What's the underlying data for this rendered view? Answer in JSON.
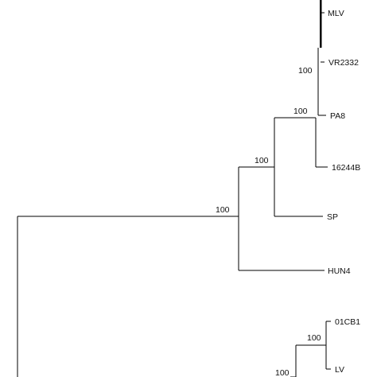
{
  "tree": {
    "taxa": [
      "MLV",
      "VR2332",
      "PA8",
      "16244B",
      "SP",
      "HUN4",
      "01CB1",
      "LV"
    ],
    "bootstrap_values": [
      "100",
      "100",
      "100",
      "100",
      "100",
      "100"
    ],
    "line_color": "#000000"
  }
}
